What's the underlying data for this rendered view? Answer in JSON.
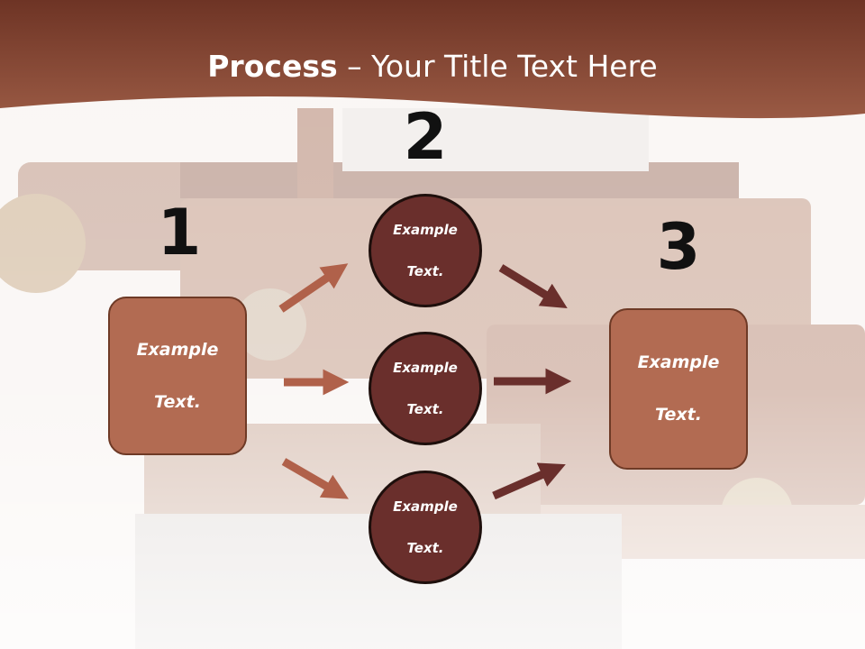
{
  "title": {
    "bold": "Process",
    "separator": " – ",
    "rest": "Your Title Text Here"
  },
  "steps": [
    {
      "number": "1",
      "box_text_line1": "Example",
      "box_text_line2": "Text."
    },
    {
      "number": "2",
      "circles": [
        {
          "line1": "Example",
          "line2": "Text."
        },
        {
          "line1": "Example",
          "line2": "Text."
        },
        {
          "line1": "Example",
          "line2": "Text."
        }
      ]
    },
    {
      "number": "3",
      "box_text_line1": "Example",
      "box_text_line2": "Text."
    }
  ],
  "colors": {
    "banner": "#7a3a2a",
    "box_fill": "#b26b52",
    "circle_fill": "#6a2f2c",
    "arrow_light": "#b0614a",
    "arrow_dark": "#6a2f2c"
  }
}
